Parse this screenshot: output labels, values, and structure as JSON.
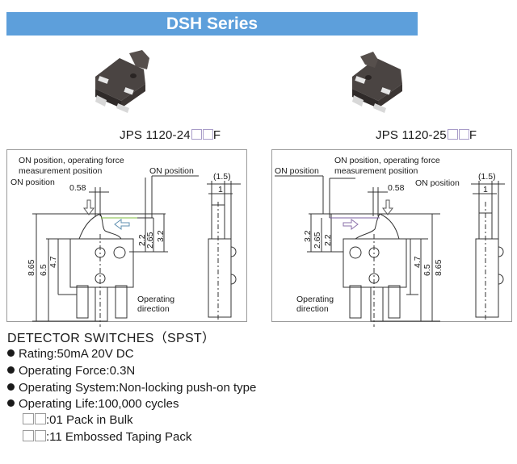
{
  "header": {
    "title": "DSH Series"
  },
  "products": [
    {
      "part_prefix": "JPS 1120-24",
      "part_suffix": "F"
    },
    {
      "part_prefix": "JPS 1120-25",
      "part_suffix": "F"
    }
  ],
  "drawings": {
    "left": {
      "on_force_label_line1": "ON position, operating force",
      "on_force_label_line2": "measurement position",
      "on_position_top": "ON position",
      "on_position_left": "ON position",
      "dim_058": "0.58",
      "dim_15": "(1.5)",
      "dim_1": "1",
      "dim_22": "2.2",
      "dim_265": "2.65",
      "dim_32": "3.2",
      "dim_865": "8.65",
      "dim_65": "6.5",
      "dim_47": "4.7",
      "operating_line1": "Operating",
      "operating_line2": "direction"
    },
    "right": {
      "on_force_label_line1": "ON position, operating force",
      "on_force_label_line2": "measurement position",
      "on_position_left": "ON position",
      "on_position_right": "ON position",
      "dim_058": "0.58",
      "dim_15": "(1.5)",
      "dim_1": "1",
      "dim_22": "2.2",
      "dim_265": "2.65",
      "dim_32": "3.2",
      "dim_865": "8.65",
      "dim_65": "6.5",
      "dim_47": "4.7",
      "operating_line1": "Operating",
      "operating_line2": "direction"
    }
  },
  "specs": {
    "title": "DETECTOR SWITCHES（SPST）",
    "items": [
      {
        "label": "Rating",
        "value": "50mA 20V DC"
      },
      {
        "label": "Operating Force",
        "value": "0.3N"
      },
      {
        "label": "Operating System",
        "value": "Non-locking push-on type"
      },
      {
        "label": "Operating Life",
        "value": "100,000 cycles"
      }
    ],
    "packing": [
      {
        "code": ":01 Pack in Bulk"
      },
      {
        "code": ":11 Embossed Taping Pack"
      }
    ]
  }
}
